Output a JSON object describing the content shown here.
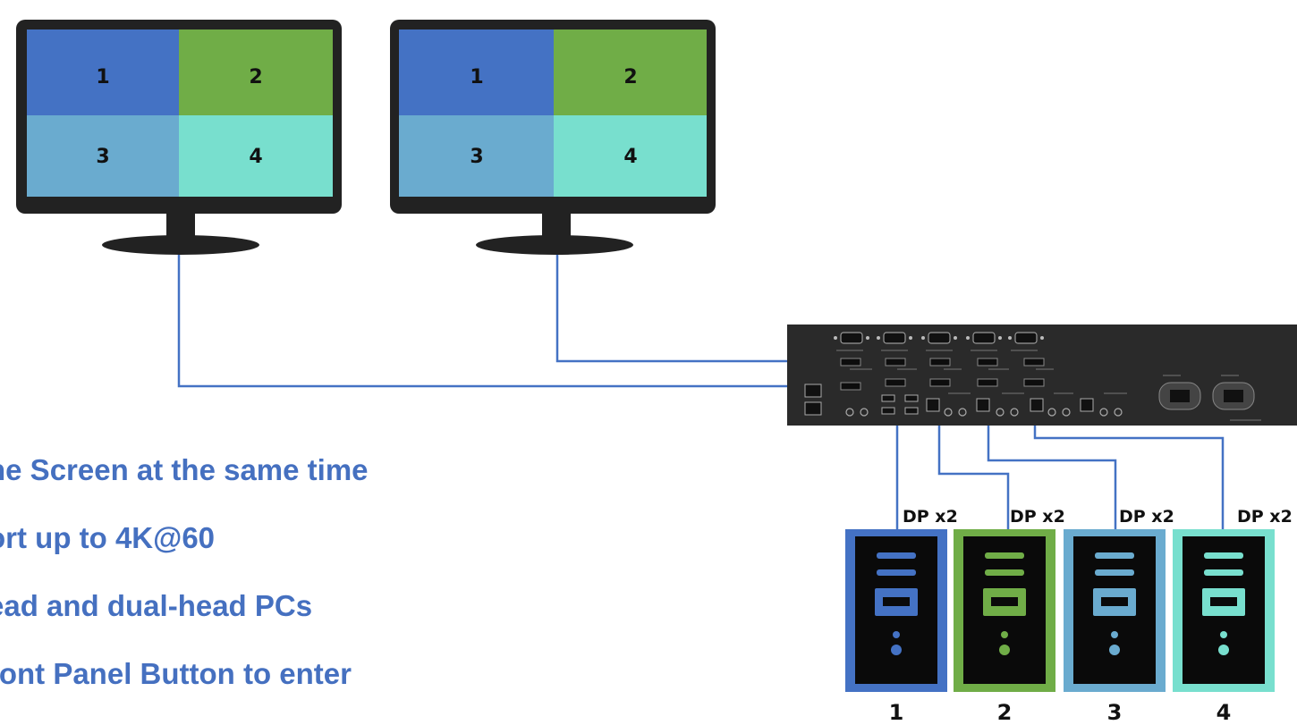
{
  "monitors": [
    {
      "quadrants": [
        "1",
        "2",
        "3",
        "4"
      ]
    },
    {
      "quadrants": [
        "1",
        "2",
        "3",
        "4"
      ]
    }
  ],
  "quadrant_colors": [
    "#4472c4",
    "#70ad47",
    "#6aabcf",
    "#78dfce"
  ],
  "pcs": [
    {
      "label": "1",
      "cable_label": "DP x2",
      "color": "#4472c4"
    },
    {
      "label": "2",
      "cable_label": "DP x2",
      "color": "#70ad47"
    },
    {
      "label": "3",
      "cable_label": "DP x2",
      "color": "#6aabcf"
    },
    {
      "label": "4",
      "cable_label": "DP x2",
      "color": "#78dfce"
    }
  ],
  "features": [
    "ne Screen at the same time",
    "ort up to 4K@60",
    "ead and dual-head PCs",
    "ront Panel Button to enter"
  ],
  "colors": {
    "cable": "#4472c4",
    "text_accent": "#4570c0",
    "device": "#222222"
  }
}
